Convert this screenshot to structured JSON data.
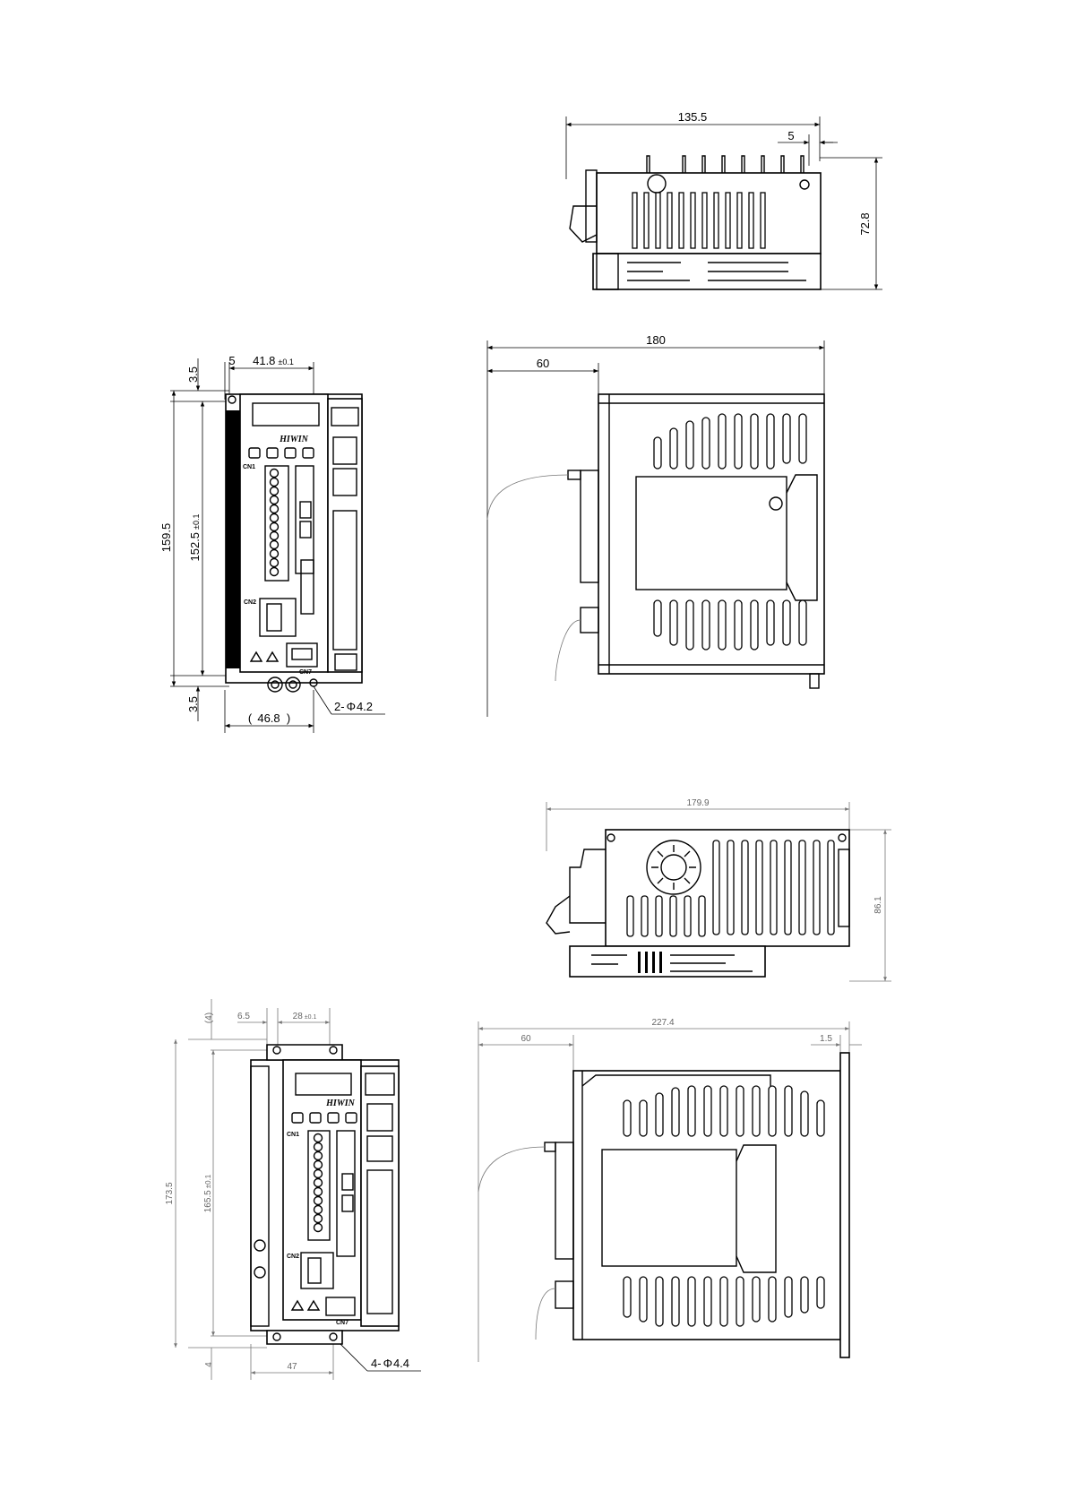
{
  "drawing": {
    "brand": "HIWIN",
    "connector_labels": {
      "cn1": "CN1",
      "cn2": "CN2",
      "cn7": "CN7"
    },
    "small_driver": {
      "top_view": {
        "width": "135.5",
        "offset": "5",
        "height": "72.8"
      },
      "front_view": {
        "top_gap": "3.5",
        "left_margin": "5",
        "hole_pitch": "41.8",
        "hole_pitch_tol": "±0.1",
        "total_height": "159.5",
        "hole_height": "152.5",
        "hole_height_tol": "±0.1",
        "bottom_gap": "3.5",
        "width": "46.8",
        "holes": "2-",
        "hole_dia_symbol": "Φ",
        "hole_dia": "4.2"
      },
      "side_view": {
        "depth": "180",
        "connector_offset": "60"
      }
    },
    "large_driver": {
      "top_view": {
        "width": "179.9",
        "height": "86.1"
      },
      "front_view": {
        "top_gap": "4",
        "left_margin": "6.5",
        "hole_pitch": "28",
        "hole_pitch_tol": "±0.1",
        "total_height": "173.5",
        "hole_height": "165.5",
        "hole_height_tol": "±0.1",
        "bottom_gap": "4",
        "width": "47",
        "holes": "4-",
        "hole_dia_symbol": "Φ",
        "hole_dia": "4.4"
      },
      "side_view": {
        "depth": "227.4",
        "connector_offset": "60",
        "flange": "1.5"
      }
    }
  }
}
